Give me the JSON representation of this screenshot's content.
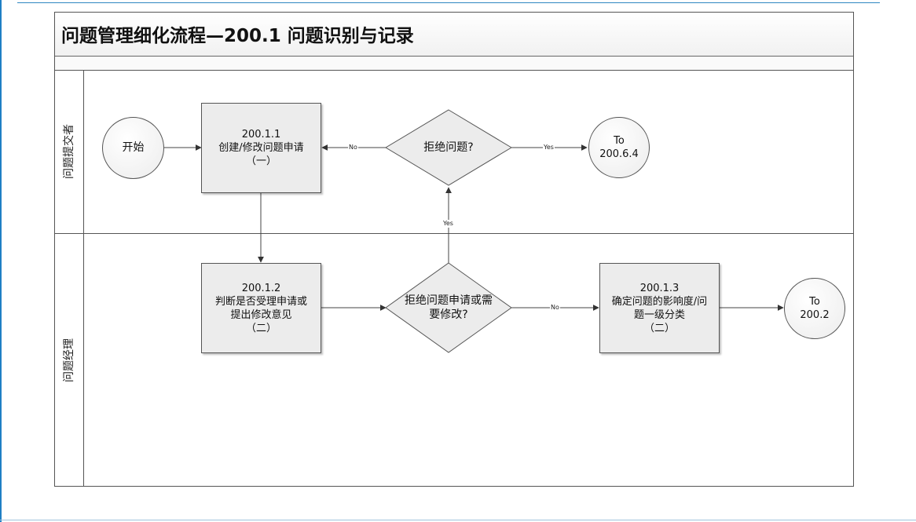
{
  "title": "问题管理细化流程—200.1  问题识别与记录",
  "lanes": {
    "submitter": "问题提交者",
    "manager": "问题经理"
  },
  "nodes": {
    "start": "开始",
    "p1": {
      "line1": "200.1.1",
      "line2": "创建/修改问题申请",
      "line3": "（一）"
    },
    "d1": "拒绝问题?",
    "to1": {
      "line1": "To",
      "line2": "200.6.4"
    },
    "p2": {
      "line1": "200.1.2",
      "line2": "判断是否受理申请或",
      "line3": "提出修改意见",
      "line4": "（二）"
    },
    "d2": {
      "line1": "拒绝问题申请或需",
      "line2": "要修改?"
    },
    "p3": {
      "line1": "200.1.3",
      "line2": "确定问题的影响度/问",
      "line3": "题一级分类",
      "line4": "（二）"
    },
    "to2": {
      "line1": "To",
      "line2": "200.2"
    }
  },
  "edges": {
    "d1_no": "No",
    "d1_yes": "Yes",
    "d2_yes": "Yes",
    "d2_no": "No"
  }
}
